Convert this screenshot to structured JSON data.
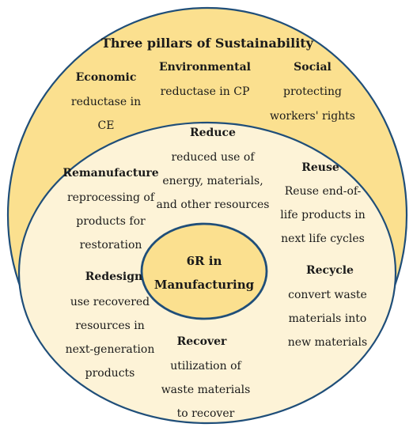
{
  "colors": {
    "outer_fill": "#fbe08f",
    "middle_fill": "#fdf3d7",
    "inner_fill": "#fbe08f",
    "stroke": "#1f4e79"
  },
  "title": "Three pillars of Sustainability",
  "pillars": {
    "economic": {
      "heading": "Economic",
      "lines": [
        "reductase in",
        "CE"
      ]
    },
    "environmental": {
      "heading": "Environmental",
      "lines": [
        "reductase in CP"
      ]
    },
    "social": {
      "heading": "Social",
      "lines": [
        "protecting",
        "workers' rights"
      ]
    }
  },
  "center": {
    "lines": [
      "6R in",
      "Manufacturing"
    ]
  },
  "sixr": {
    "reduce": {
      "heading": "Reduce",
      "lines": [
        "reduced use of",
        "energy, materials,",
        "and other resources"
      ]
    },
    "reuse": {
      "heading": "Reuse",
      "lines": [
        "Reuse end-of-",
        "life products in",
        "next life cycles"
      ]
    },
    "remanufacture": {
      "heading": "Remanufacture",
      "lines": [
        "reprocessing of",
        "products for",
        "restoration"
      ]
    },
    "redesign": {
      "heading": "Redesign",
      "lines": [
        "use recovered",
        "resources in",
        "next-generation",
        "products"
      ]
    },
    "recycle": {
      "heading": "Recycle",
      "lines": [
        "convert waste",
        "materials into",
        "new materials"
      ]
    },
    "recover": {
      "heading": "Recover",
      "lines": [
        "utilization of",
        "waste materials",
        "to recover"
      ]
    }
  }
}
